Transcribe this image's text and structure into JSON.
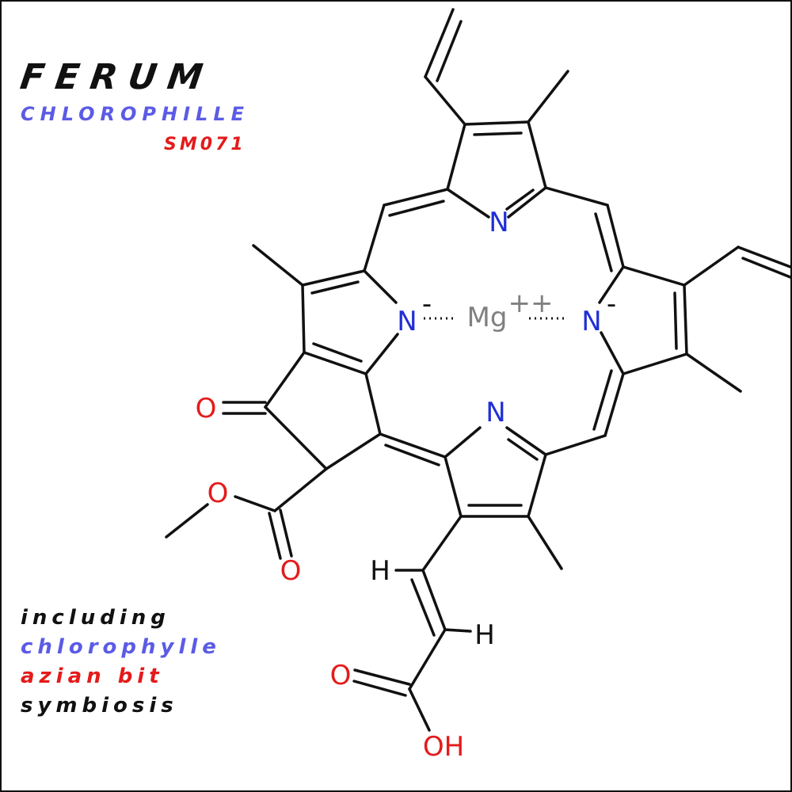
{
  "cover": {
    "title": "FERUM",
    "subtitle": "CHLOROPHILLE",
    "code": "SM071",
    "tracks": [
      {
        "text": "including",
        "color": "#111111"
      },
      {
        "text": "chlorophylle",
        "color": "#5b5be6"
      },
      {
        "text": "azian bit",
        "color": "#e41b1b"
      },
      {
        "text": "symbiosis",
        "color": "#111111"
      }
    ]
  },
  "molecule": {
    "metal": "Mg",
    "metal_charge": "++",
    "nitrogen": "N",
    "nitrogen_charge": "-",
    "oxygen": "O",
    "hydrogen": "H",
    "hydroxyl": "OH",
    "colors": {
      "nitrogen": "#1f2fd6",
      "oxygen": "#e41b1b",
      "metal": "#808080",
      "bond": "#111111"
    }
  }
}
